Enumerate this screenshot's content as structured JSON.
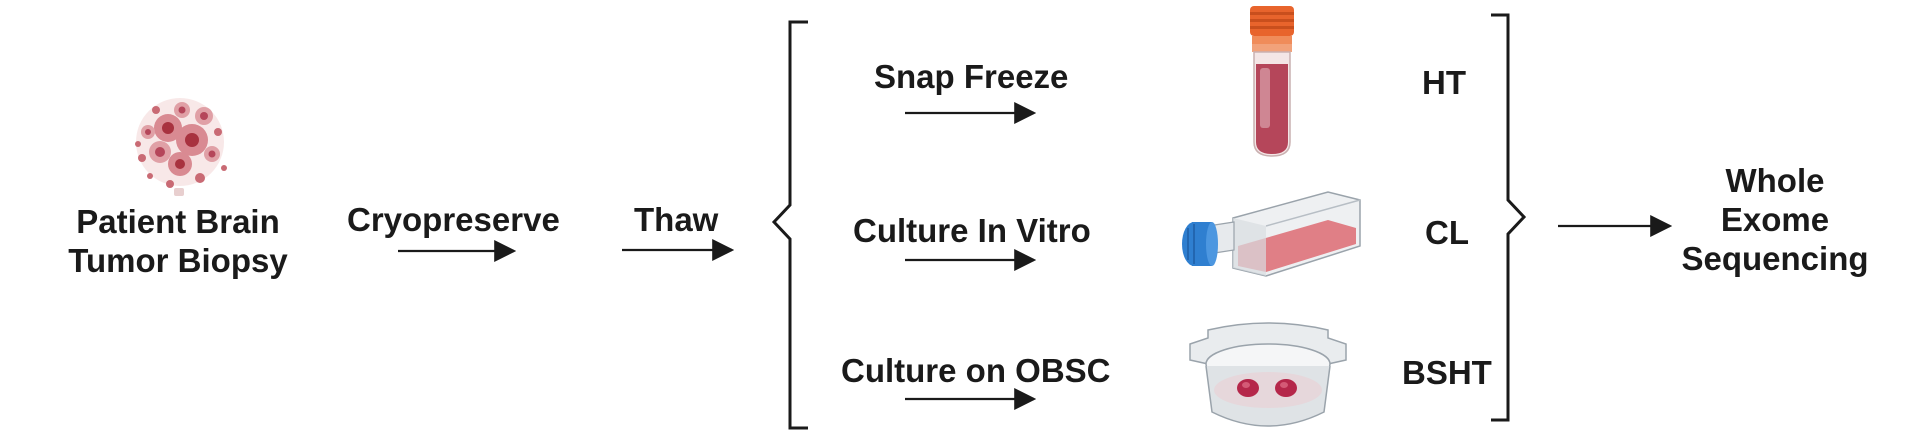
{
  "source": {
    "lines": [
      "Patient Brain",
      "Tumor Biopsy"
    ]
  },
  "steps": {
    "cryopreserve": "Cryopreserve",
    "thaw": "Thaw"
  },
  "branches": [
    {
      "method": "Snap Freeze",
      "code": "HT",
      "icon": "cryo-tube-icon"
    },
    {
      "method": "Culture In Vitro",
      "code": "CL",
      "icon": "culture-flask-icon"
    },
    {
      "method": "Culture on OBSC",
      "code": "BSHT",
      "icon": "slice-culture-insert-icon"
    }
  ],
  "output": {
    "lines": [
      "Whole",
      "Exome",
      "Sequencing"
    ]
  },
  "colors": {
    "text": "#1a1a1a",
    "tissue": "#b5465a",
    "tube_cap": "#e8642c",
    "flask_cap": "#2f7fd0",
    "medium": "#e07f86"
  }
}
